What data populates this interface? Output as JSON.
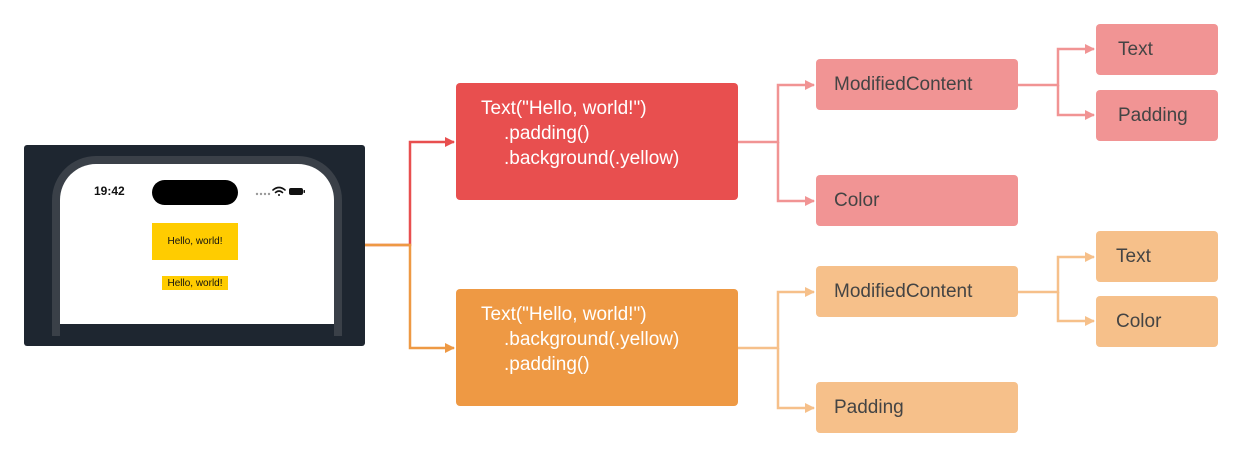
{
  "phone": {
    "time": "19:42",
    "preview_padded_text": "Hello, world!",
    "preview_tight_text": "Hello, world!"
  },
  "code_blocks": [
    {
      "color": "#e84f4f",
      "lines": [
        "Text(\"Hello, world!\")",
        ".padding()",
        ".background(.yellow)"
      ]
    },
    {
      "color": "#ee9944",
      "lines": [
        "Text(\"Hello, world!\")",
        ".background(.yellow)",
        ".padding()"
      ]
    }
  ],
  "tree_top": {
    "color": "#f19494",
    "modified_content": "ModifiedContent",
    "children": [
      "Text",
      "Padding"
    ],
    "sibling": "Color"
  },
  "tree_bottom": {
    "color": "#f6c08a",
    "modified_content": "ModifiedContent",
    "children": [
      "Text",
      "Color"
    ],
    "sibling": "Padding"
  },
  "colors": {
    "red_connector": "#e84f4f",
    "orange_connector": "#ee9944",
    "light_red_connector": "#f19494",
    "light_orange_connector": "#f6c08a",
    "preview_background": "#ffcc00"
  }
}
